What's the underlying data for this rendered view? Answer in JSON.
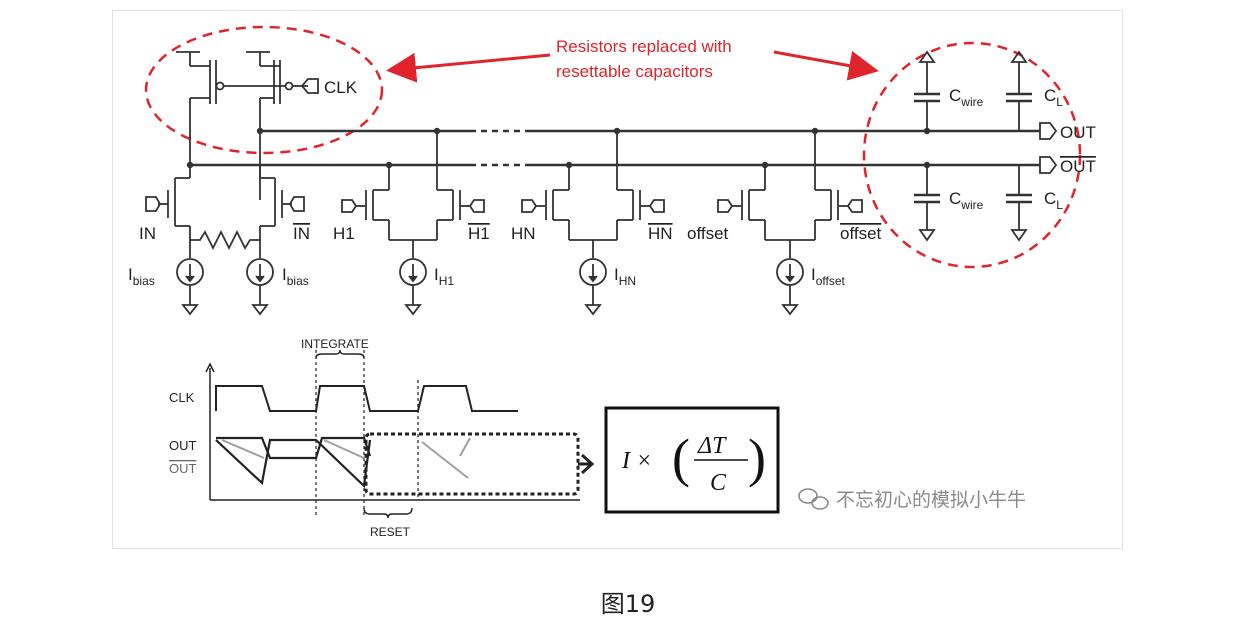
{
  "callout": {
    "line1": "Resistors replaced with",
    "line2": "resettable capacitors"
  },
  "circuit": {
    "clk": "CLK",
    "out": "OUT",
    "out_bar": "OUT",
    "c_wire_main": "C",
    "c_wire_sub": "wire",
    "c_l_main": "C",
    "c_l_sub": "L",
    "in": "IN",
    "in_bar": "IN",
    "h1": "H1",
    "h1_bar": "H1",
    "hn": "HN",
    "hn_bar": "HN",
    "offset": "offset",
    "offset_bar": "offset",
    "ibias_main": "I",
    "ibias_sub": "bias",
    "ih1_main": "I",
    "ih1_sub": "H1",
    "ihn_main": "I",
    "ihn_sub": "HN",
    "ioffset_main": "I",
    "ioffset_sub": "offset"
  },
  "timing": {
    "integrate": "INTEGRATE",
    "reset": "RESET",
    "clk": "CLK",
    "out": "OUT",
    "out_bar": "OUT"
  },
  "formula": {
    "left": "I ×",
    "numerator": "ΔT",
    "denominator": "C"
  },
  "watermark": "不忘初心的模拟小牛牛",
  "caption": "图19",
  "colors": {
    "callout_red": "#e0242b",
    "wire": "#333333",
    "grey_trace": "#9aa0a6"
  }
}
